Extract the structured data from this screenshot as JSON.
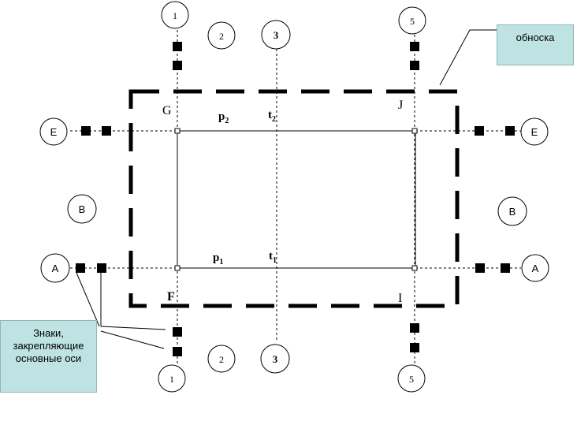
{
  "axes": {
    "vertical": [
      {
        "top": "1",
        "bottom": "1"
      },
      {
        "top": "2",
        "bottom": "2"
      },
      {
        "top": "3",
        "bottom": "3"
      },
      {
        "top": "5",
        "bottom": "5"
      }
    ],
    "horizontal": [
      {
        "left": "E",
        "right": "E"
      },
      {
        "left": "B",
        "right": "B"
      },
      {
        "left": "A",
        "right": "A"
      }
    ]
  },
  "corners": {
    "G": "G",
    "J": "J",
    "F": "F",
    "I": "I"
  },
  "points": {
    "p2": {
      "base": "p",
      "sub": "2"
    },
    "t2": {
      "base": "t",
      "sub": "2"
    },
    "p1": {
      "base": "p",
      "sub": "1"
    },
    "t1": {
      "base": "t",
      "sub": "1"
    }
  },
  "callouts": {
    "obnoska": "обноска",
    "markers": [
      "Знаки,",
      "закрепляющие",
      "основные оси"
    ]
  },
  "colors": {
    "callout_bg": "#bfe3e3",
    "line": "#000000"
  }
}
